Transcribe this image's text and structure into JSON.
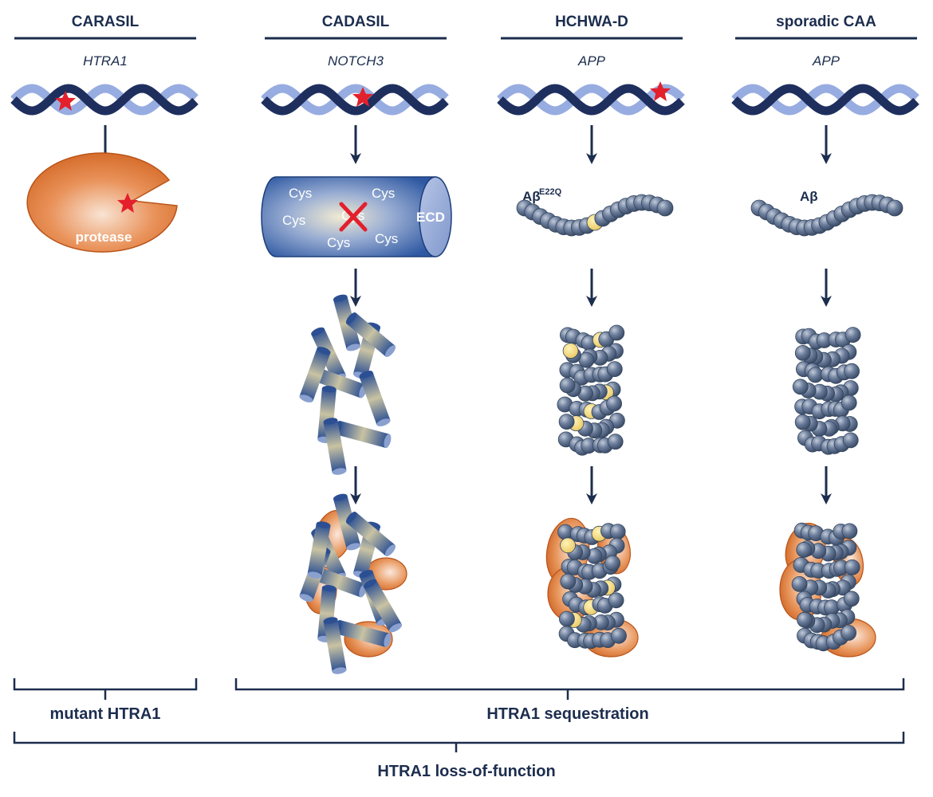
{
  "columns": [
    {
      "title": "CARASIL",
      "gene": "HTRA1"
    },
    {
      "title": "CADASIL",
      "gene": "NOTCH3"
    },
    {
      "title": "HCHWA-D",
      "gene": "APP"
    },
    {
      "title": "sporadic CAA",
      "gene": "APP"
    }
  ],
  "protease_label": "protease",
  "notch": {
    "cys_labels": [
      "Cys",
      "Cys",
      "Cys",
      "Cys",
      "Cys",
      "Cys"
    ],
    "ecd_label": "ECD"
  },
  "abeta_mutant": {
    "base": "Aβ",
    "superscript": "E22Q"
  },
  "abeta_label": "Aβ",
  "brackets": {
    "mutant": "mutant HTRA1",
    "sequestration": "HTRA1 sequestration",
    "loss": "HTRA1 loss-of-function"
  },
  "colors": {
    "dark_navy": "#1c2d4e",
    "helix_dark": "#1e2f5e",
    "helix_light": "#97ace0",
    "protease_orange": "#d56a23",
    "mutation_red": "#e3202c",
    "abeta_bead": "#5d7090",
    "mutant_bead": "#f2d77a",
    "notch_blue": "#2f5ba4"
  }
}
